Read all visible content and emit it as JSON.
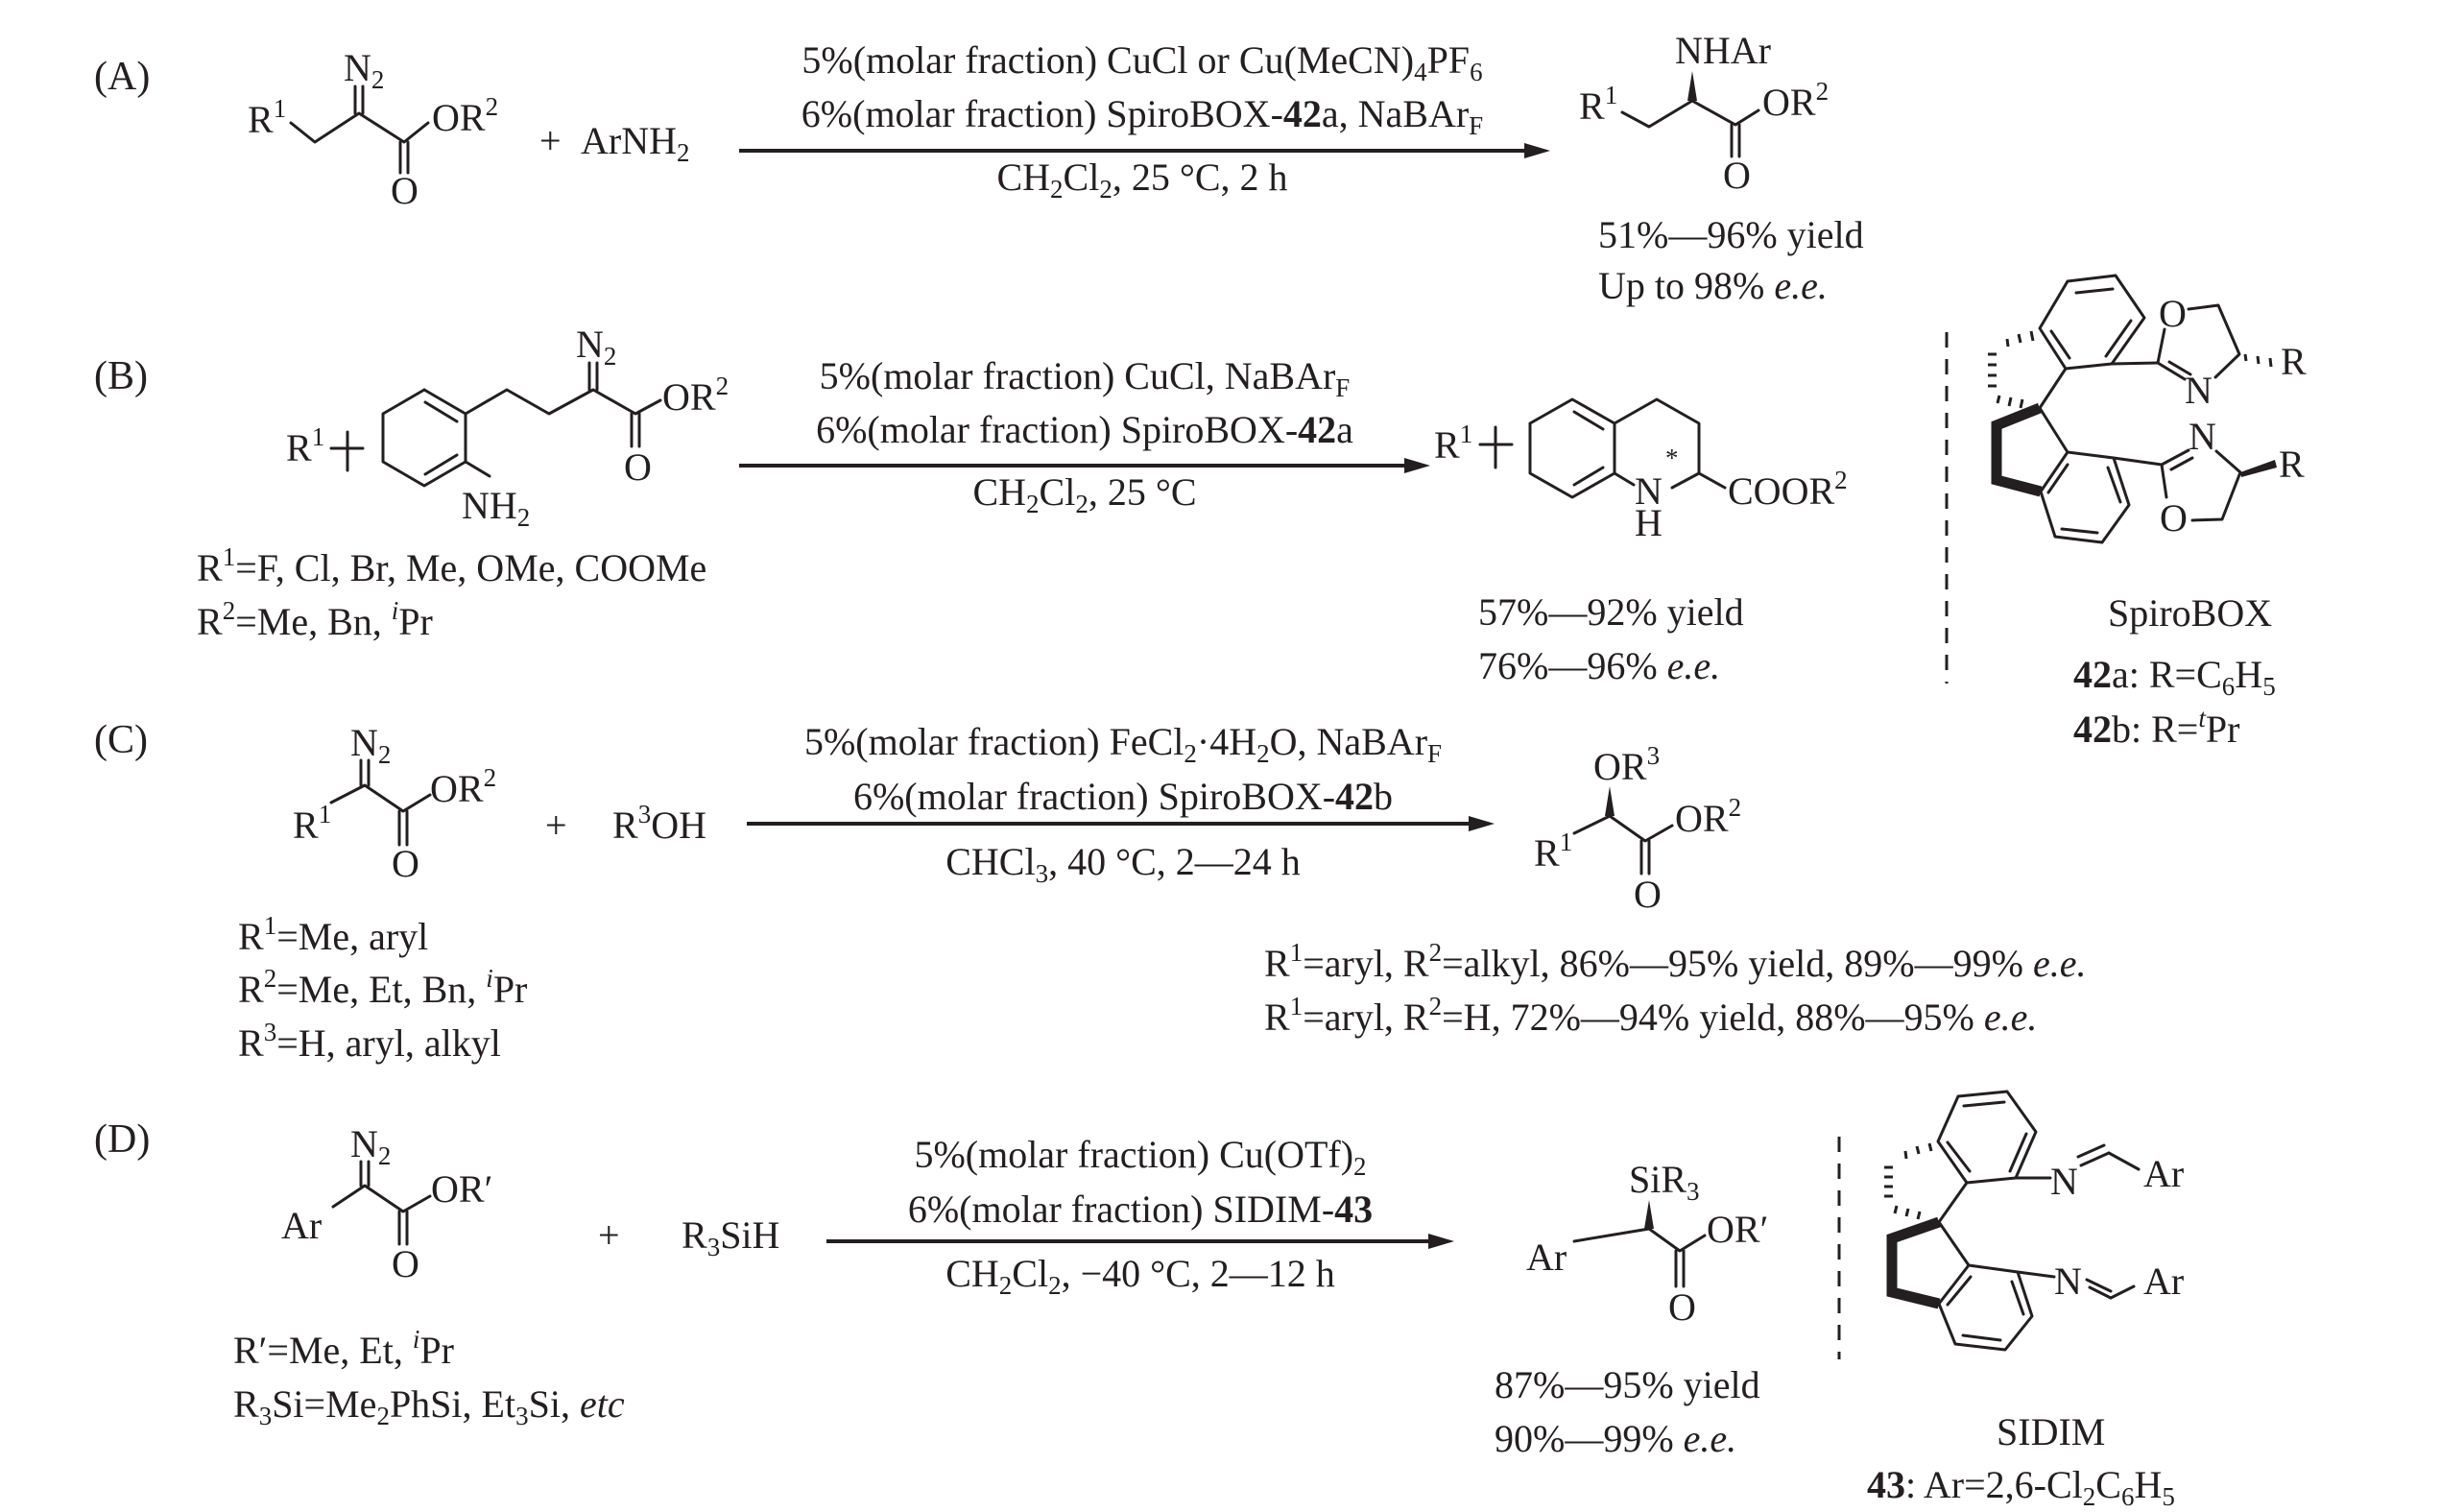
{
  "panels": {
    "A": {
      "label": "(A)",
      "reactant": {
        "r1": "R",
        "r1_sup": "1",
        "n2": "N",
        "n2_sub": "2",
        "or2": "OR",
        "or2_sup": "2",
        "o": "O"
      },
      "plus": "+",
      "reagent": {
        "text": "ArNH",
        "sub": "2"
      },
      "conditions": {
        "line1": {
          "a": "5%(molar fraction) CuCl or Cu(MeCN)",
          "sub1": "4",
          "b": "PF",
          "sub2": "6"
        },
        "line2": {
          "a": "6%(molar fraction) SpiroBOX-",
          "bold": "42",
          "b": "a, NaBAr",
          "sub": "F"
        },
        "line3": {
          "a": "CH",
          "sub1": "2",
          "b": "Cl",
          "sub2": "2",
          "c": ", 25 °C, 2 h"
        }
      },
      "product": {
        "nhar": "NHAr",
        "r1": "R",
        "r1_sup": "1",
        "or2": "OR",
        "or2_sup": "2",
        "o": "O"
      },
      "results": {
        "yield": "51%—96% yield",
        "ee_prefix": "Up to 98% ",
        "ee": "e.e."
      }
    },
    "B": {
      "label": "(B)",
      "reactant": {
        "r1": "R",
        "r1_sup": "1",
        "n2": "N",
        "n2_sub": "2",
        "or2": "OR",
        "or2_sup": "2",
        "o": "O",
        "nh2": "NH",
        "nh2_sub": "2"
      },
      "substituents": [
        {
          "r": "R",
          "sup": "1",
          "text": "=F, Cl, Br, Me, OMe, COOMe"
        },
        {
          "r": "R",
          "sup": "2",
          "text": "=Me, Bn, ",
          "iso": "i",
          "tail": "Pr"
        }
      ],
      "conditions": {
        "line1": {
          "a": "5%(molar fraction) CuCl, NaBAr",
          "sub": "F"
        },
        "line2": {
          "a": "6%(molar fraction) SpiroBOX-",
          "bold": "42",
          "b": "a"
        },
        "line3": {
          "a": "CH",
          "sub1": "2",
          "b": "Cl",
          "sub2": "2",
          "c": ", 25 °C"
        }
      },
      "product": {
        "r1": "R",
        "r1_sup": "1",
        "n": "N",
        "h": "H",
        "star": "*",
        "coor": "COOR",
        "coor_sup": "2"
      },
      "results": {
        "yield": "57%—92% yield",
        "ee_prefix": "76%—96% ",
        "ee": "e.e."
      }
    },
    "C": {
      "label": "(C)",
      "reactant": {
        "r1": "R",
        "r1_sup": "1",
        "n2": "N",
        "n2_sub": "2",
        "or2": "OR",
        "or2_sup": "2",
        "o": "O"
      },
      "plus": "+",
      "reagent": {
        "r": "R",
        "sup": "3",
        "text": "OH"
      },
      "substituents": [
        {
          "r": "R",
          "sup": "1",
          "text": "=Me, aryl"
        },
        {
          "r": "R",
          "sup": "2",
          "text": "=Me, Et, Bn, ",
          "iso": "i",
          "tail": "Pr"
        },
        {
          "r": "R",
          "sup": "3",
          "text": "=H, aryl, alkyl"
        }
      ],
      "conditions": {
        "line1": {
          "a": "5%(molar fraction) FeCl",
          "sub1": "2",
          "b": "·4H",
          "sub2": "2",
          "c": "O, NaBAr",
          "sub3": "F"
        },
        "line2": {
          "a": "6%(molar fraction) SpiroBOX-",
          "bold": "42",
          "b": "b"
        },
        "line3": {
          "a": "CHCl",
          "sub": "3",
          "b": ", 40 °C, 2—24 h"
        }
      },
      "product": {
        "or3": "OR",
        "or3_sup": "3",
        "r1": "R",
        "r1_sup": "1",
        "or2": "OR",
        "or2_sup": "2",
        "o": "O"
      },
      "results": [
        {
          "r1": "R",
          "r1_sup": "1",
          "a": "=aryl, R",
          "r2_sup": "2",
          "b": "=alkyl, 86%—95% yield, 89%—99% ",
          "ee": "e.e."
        },
        {
          "r1": "R",
          "r1_sup": "1",
          "a": "=aryl, R",
          "r2_sup": "2",
          "b": "=H, 72%—94% yield, 88%—95% ",
          "ee": "e.e."
        }
      ]
    },
    "D": {
      "label": "(D)",
      "reactant": {
        "ar": "Ar",
        "n2": "N",
        "n2_sub": "2",
        "or": "OR′",
        "o": "O"
      },
      "plus": "+",
      "reagent": {
        "a": "R",
        "sub": "3",
        "b": "SiH"
      },
      "substituents": [
        {
          "text": "R′=Me, Et, ",
          "iso": "i",
          "tail": "Pr"
        },
        {
          "a": "R",
          "sub1": "3",
          "b": "Si=Me",
          "sub2": "2",
          "c": "PhSi, Et",
          "sub3": "3",
          "d": "Si, ",
          "etc": "etc"
        }
      ],
      "conditions": {
        "line1": {
          "a": "5%(molar fraction) Cu(OTf)",
          "sub": "2"
        },
        "line2": {
          "a": "6%(molar fraction) SIDIM-",
          "bold": "43"
        },
        "line3": {
          "a": "CH",
          "sub1": "2",
          "b": "Cl",
          "sub2": "2",
          "c": ", −40 °C, 2—12 h"
        }
      },
      "product": {
        "sir3": "SiR",
        "sir3_sub": "3",
        "ar": "Ar",
        "or": "OR′",
        "o": "O"
      },
      "results": {
        "yield": "87%—95% yield",
        "ee_prefix": "90%—99% ",
        "ee": "e.e."
      }
    }
  },
  "ligands": {
    "spirobox": {
      "o_top": "O",
      "n_top": "N",
      "r_top": "R",
      "n_bottom": "N",
      "o_bottom": "O",
      "r_bottom": "R",
      "name": "SpiroBOX",
      "variants": [
        {
          "id": "42",
          "suffix": "a",
          "text": ": R=C",
          "sub1": "6",
          "mid": "H",
          "sub2": "5"
        },
        {
          "id": "42",
          "suffix": "b",
          "text": ": R=",
          "iso": "t",
          "tail": "Pr"
        }
      ]
    },
    "sidim": {
      "n_top": "N",
      "ar_top": "Ar",
      "n_bottom": "N",
      "ar_bottom": "Ar",
      "name": "SIDIM",
      "variant": {
        "id": "43",
        "a": ": Ar=2,6-Cl",
        "sub1": "2",
        "b": "C",
        "sub2": "6",
        "c": "H",
        "sub3": "5"
      }
    }
  }
}
